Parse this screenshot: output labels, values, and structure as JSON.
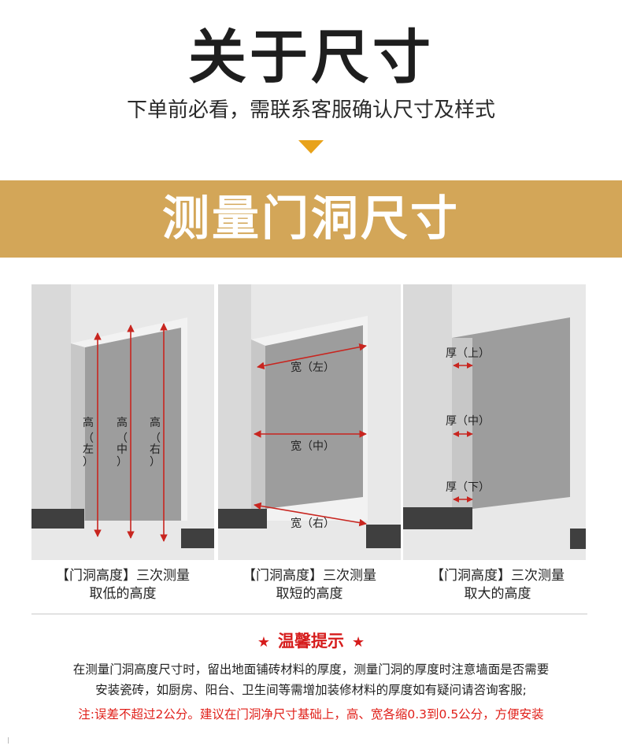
{
  "header": {
    "title": "关于尺寸",
    "subtitle": "下单前必看，需联系客服确认尺寸及样式"
  },
  "banner": {
    "title": "测量门洞尺寸"
  },
  "panels": [
    {
      "labels": [
        "高",
        "（",
        "左",
        "）",
        "高",
        "（",
        "中",
        "）",
        "高",
        "（",
        "右",
        "）"
      ],
      "caption_line1": "【门洞高度】三次测量",
      "caption_line2": "取低的高度"
    },
    {
      "labels": [
        "宽（左）",
        "宽（中）",
        "宽（右）"
      ],
      "caption_line1": "【门洞高度】三次测量",
      "caption_line2": "取短的高度"
    },
    {
      "labels": [
        "厚（上）",
        "厚（中）",
        "厚（下）"
      ],
      "caption_line1": "【门洞高度】三次测量",
      "caption_line2": "取大的高度"
    }
  ],
  "tips": {
    "star": "★",
    "title": "温馨提示",
    "line1": "在测量门洞高度尺寸时，留出地面铺砖材料的厚度，测量门洞的厚度时注意墙面是否需要",
    "line2": "安装瓷砖，如厨房、阳台、卫生间等需增加装修材料的厚度如有疑问请咨询客服;",
    "note": "注:误差不超过2公分。建议在门洞净尺寸基础上，高、宽各缩0.3到0.5公分，方便安装"
  },
  "colors": {
    "banner": "#d3a658",
    "arrow_accent": "#e8a21a",
    "measure_red": "#c8251f",
    "tip_red": "#d61c1c"
  }
}
